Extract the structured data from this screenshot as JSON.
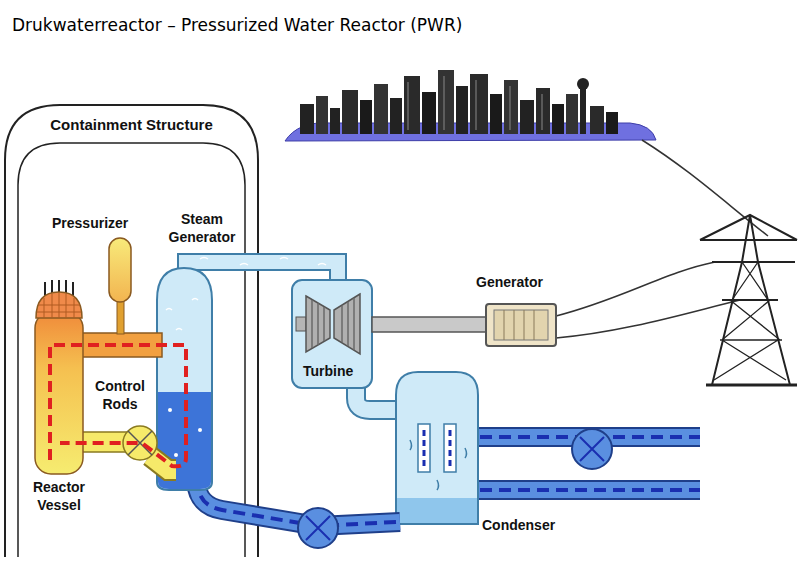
{
  "diagram": {
    "title": "Drukwaterreactor – Pressurized Water Reactor (PWR)",
    "nodes": [
      {
        "text": [
          "Containment Structure"
        ]
      }
    ],
    "labels": [
      "Pressurizer",
      "Steam Generator",
      "Control Rods",
      "Reactor Vessel",
      "Turbine",
      "Generator",
      "Condenser"
    ]
  }
}
